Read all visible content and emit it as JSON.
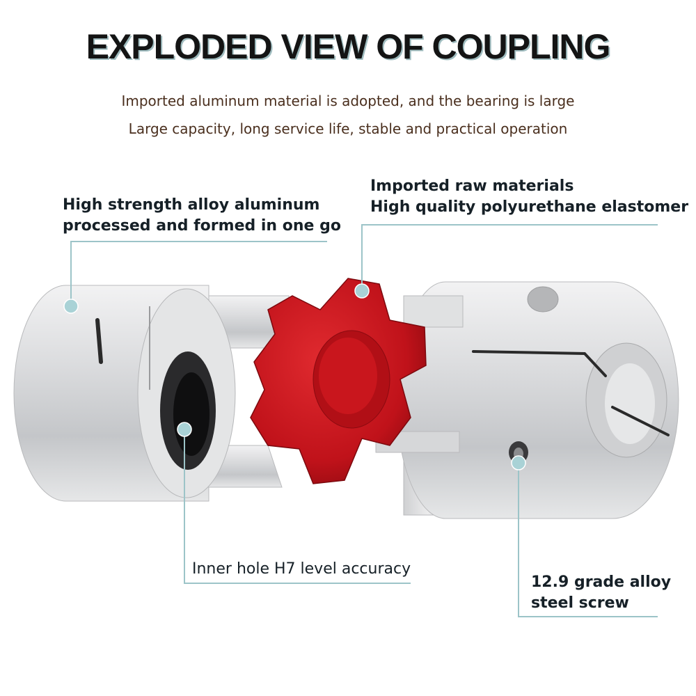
{
  "header": {
    "title": "EXPLODED VIEW OF COUPLING",
    "subtitle_line1": "Imported aluminum material is adopted, and the bearing is large",
    "subtitle_line2": "Large capacity, long service life, stable and practical operation"
  },
  "callouts": {
    "hub": {
      "line1": "High strength alloy aluminum",
      "line2": "processed and formed in one go"
    },
    "spider": {
      "line1": "Imported raw materials",
      "line2": "High quality polyurethane elastomer"
    },
    "bore": {
      "text": "Inner hole H7 level accuracy"
    },
    "screw": {
      "line1": "12.9 grade alloy",
      "line2": "steel screw"
    }
  },
  "colors": {
    "leader_line": "#9cc4c8",
    "spider": "#c8141c",
    "aluminum": "#d9dadb",
    "title_shadow": "#9fbcbf"
  }
}
